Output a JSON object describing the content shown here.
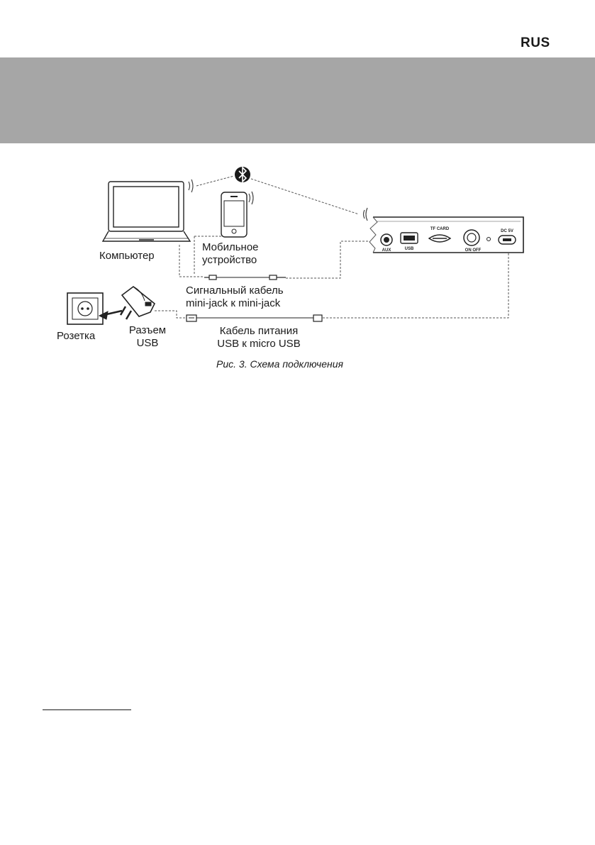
{
  "header": {
    "lang_badge": "RUS",
    "band_color": "#a6a6a6"
  },
  "diagram": {
    "labels": {
      "computer": "Компьютер",
      "mobile_line1": "Мобильное",
      "mobile_line2": "устройство",
      "signal_cable_line1": "Сигнальный кабель",
      "signal_cable_line2": "mini-jack к mini-jack",
      "outlet": "Розетка",
      "usb_adapter_line1": "Разъем",
      "usb_adapter_line2": "USB",
      "power_cable_line1": "Кабель питания",
      "power_cable_line2": "USB к micro USB"
    },
    "panel_labels": {
      "aux": "AUX",
      "usb": "USB",
      "tf_card": "TF CARD",
      "on_off": "ON  OFF",
      "dc": "DC 5V"
    },
    "icons": [
      "laptop-icon",
      "smartphone-icon",
      "bluetooth-icon",
      "wall-outlet-icon",
      "usb-charger-icon",
      "speaker-panel-icon"
    ],
    "caption": "Рис. 3. Схема подключения"
  }
}
